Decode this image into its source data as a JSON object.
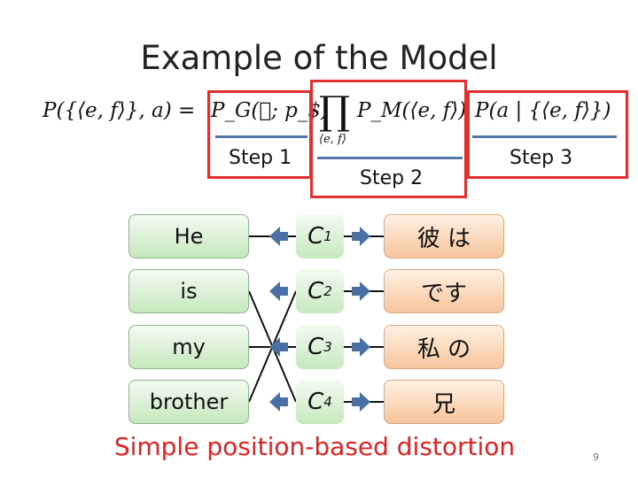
{
  "title": "Example of the Model",
  "formula": {
    "lhs": "P({⟨e, f⟩}, a) =",
    "term1": "P_G(⃞; p_$)",
    "product": "∏",
    "product_sub": "⟨e, f⟩",
    "term2": "P_M(⟨e, f⟩)",
    "term3": "P(a | {⟨e, f⟩})"
  },
  "steps": [
    "Step 1",
    "Step 2",
    "Step 3"
  ],
  "english": [
    "He",
    "is",
    "my",
    "brother"
  ],
  "concepts": [
    {
      "base": "C",
      "sub": "1"
    },
    {
      "base": "C",
      "sub": "2"
    },
    {
      "base": "C",
      "sub": "3"
    },
    {
      "base": "C",
      "sub": "4"
    }
  ],
  "japanese": [
    "彼 は",
    "です",
    "私 の",
    "兄"
  ],
  "alignment": [
    {
      "english": "He",
      "concept": "C1"
    },
    {
      "english": "is",
      "concept": "C4"
    },
    {
      "english": "my",
      "concept": "C3"
    },
    {
      "english": "brother",
      "concept": "C2"
    }
  ],
  "caption": "Simple position-based distortion",
  "page_number": "9",
  "colors": {
    "step_border": "#e03030",
    "arrow": "#4a6fa5",
    "caption": "#e02222",
    "left_fill": "#c6e8bd",
    "right_fill": "#f7c49b"
  }
}
